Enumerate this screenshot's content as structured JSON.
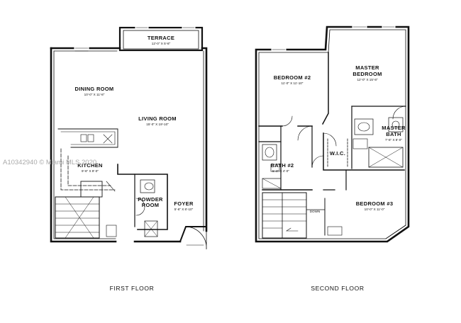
{
  "watermark": "A10342940 © Miami MLS 2020",
  "floors": [
    {
      "title": "FIRST FLOOR",
      "rooms": [
        {
          "name": "TERRACE",
          "dim": "12'-0\" X 5'-8\""
        },
        {
          "name": "DINING ROOM",
          "dim": "10'-0\" X 11'-8\""
        },
        {
          "name": "LIVING ROOM",
          "dim": "15'-0\" X 19'-10\""
        },
        {
          "name": "KITCHEN",
          "dim": "9'-6\" X 9'-0\""
        },
        {
          "name": "POWDER",
          "name2": "ROOM",
          "dim": ""
        },
        {
          "name": "FOYER",
          "dim": "5'-6\" X 8'-10\""
        }
      ]
    },
    {
      "title": "SECOND FLOOR",
      "rooms": [
        {
          "name": "BEDROOM #2",
          "dim": "11'-0\" X 11'-10\""
        },
        {
          "name": "MASTER",
          "name2": "BEDROOM",
          "dim": "12'-0\" X 15'-8\""
        },
        {
          "name": "MASTER",
          "name2": "BATH",
          "dim": "7'-6\" X 8'-0\""
        },
        {
          "name": "W.I.C.",
          "dim": ""
        },
        {
          "name": "BATH #2",
          "dim": "5'-0\" X 4'-0\""
        },
        {
          "name": "BEDROOM #3",
          "dim": "10'-0\" X 11'-0\""
        },
        {
          "name": "DOWN",
          "dim": ""
        }
      ]
    }
  ]
}
